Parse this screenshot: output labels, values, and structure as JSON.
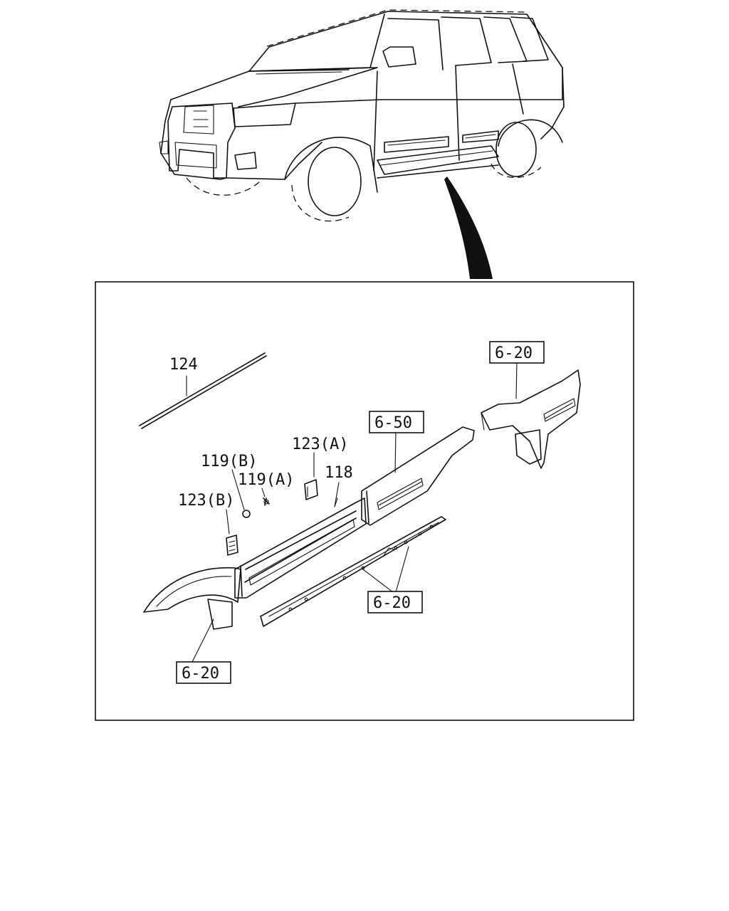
{
  "callouts": {
    "p124": "124",
    "p119b": "119(B)",
    "p119a": "119(A)",
    "p123a": "123(A)",
    "p123b": "123(B)",
    "p118": "118",
    "ref_6_50": "6-50",
    "ref_6_20_top": "6-20",
    "ref_6_20_mid": "6-20",
    "ref_6_20_bottom": "6-20"
  }
}
